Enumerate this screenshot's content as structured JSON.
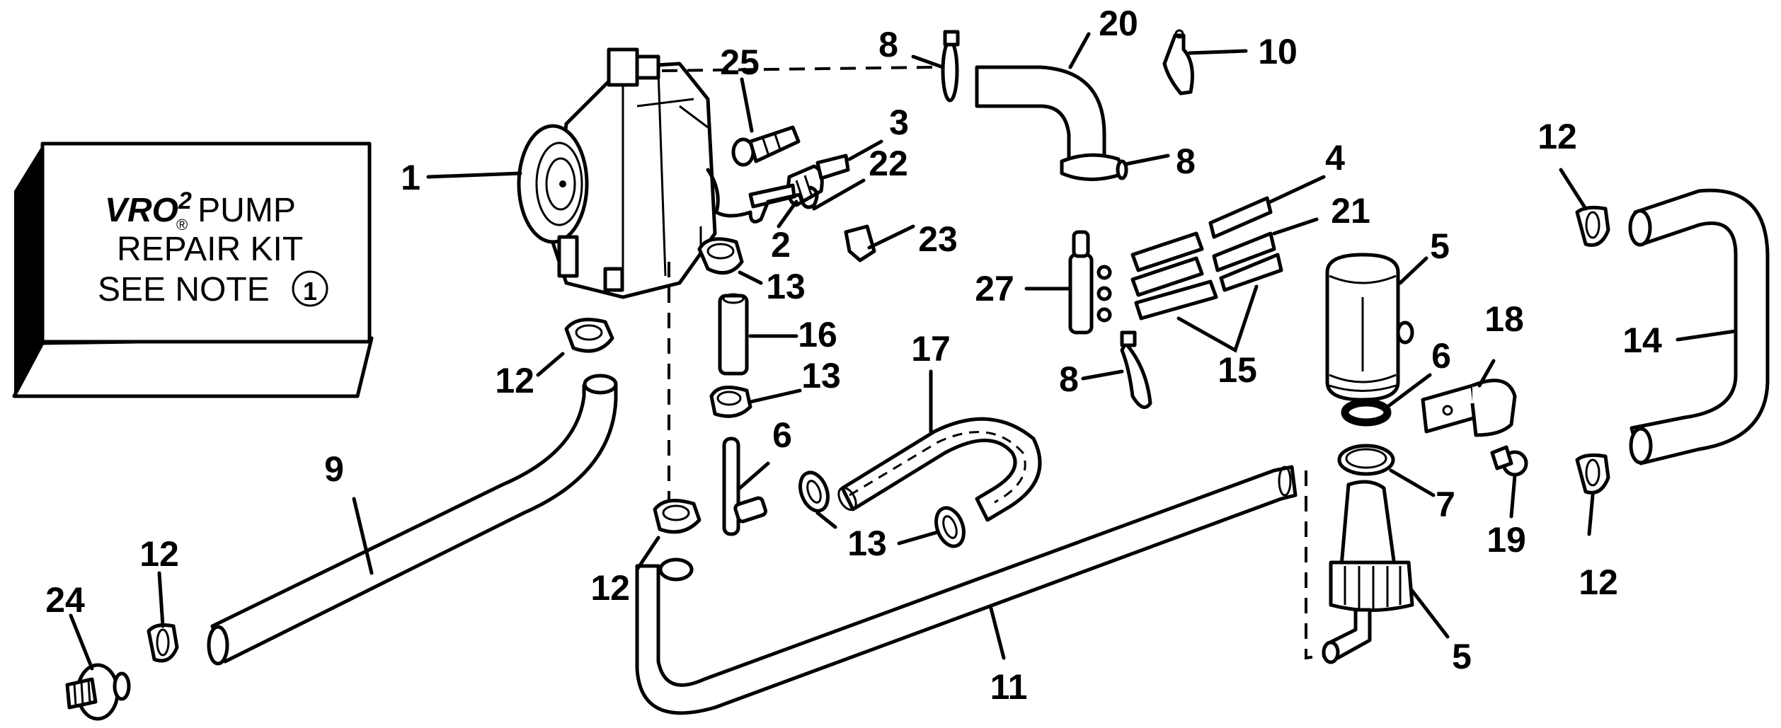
{
  "diagram": {
    "type": "exploded-parts-diagram",
    "colors": {
      "ink": "#000000",
      "background": "#ffffff"
    },
    "kit_box": {
      "line1_brand": "VRO",
      "line1_superscript": "2",
      "line1_registered": "®",
      "line1_rest": "PUMP",
      "line2": "REPAIR KIT",
      "line3": "SEE NOTE",
      "note_ref": "1"
    },
    "callouts": [
      {
        "id": "c1",
        "label": "1",
        "part": "fuel pump"
      },
      {
        "id": "c2",
        "label": "2",
        "part": "fitting"
      },
      {
        "id": "c3",
        "label": "3",
        "part": "connector"
      },
      {
        "id": "c4",
        "label": "4",
        "part": "hose"
      },
      {
        "id": "c5a",
        "label": "5",
        "part": "fuel filter canister"
      },
      {
        "id": "c5b",
        "label": "5",
        "part": "fuel filter bowl"
      },
      {
        "id": "c6a",
        "label": "6",
        "part": "seal ring"
      },
      {
        "id": "c6b",
        "label": "6",
        "part": "fitting"
      },
      {
        "id": "c7",
        "label": "7",
        "part": "gasket"
      },
      {
        "id": "c8a",
        "label": "8",
        "part": "tie strap"
      },
      {
        "id": "c8b",
        "label": "8",
        "part": "tie strap"
      },
      {
        "id": "c8c",
        "label": "8",
        "part": "tie strap"
      },
      {
        "id": "c9",
        "label": "9",
        "part": "hose"
      },
      {
        "id": "c10",
        "label": "10",
        "part": "clamp"
      },
      {
        "id": "c11",
        "label": "11",
        "part": "hose"
      },
      {
        "id": "c12a",
        "label": "12",
        "part": "clamp"
      },
      {
        "id": "c12b",
        "label": "12",
        "part": "clamp"
      },
      {
        "id": "c12c",
        "label": "12",
        "part": "clamp"
      },
      {
        "id": "c12d",
        "label": "12",
        "part": "clamp"
      },
      {
        "id": "c12e",
        "label": "12",
        "part": "clamp"
      },
      {
        "id": "c13a",
        "label": "13",
        "part": "clamp"
      },
      {
        "id": "c13b",
        "label": "13",
        "part": "clamp"
      },
      {
        "id": "c13c",
        "label": "13",
        "part": "clamp"
      },
      {
        "id": "c14",
        "label": "14",
        "part": "hose"
      },
      {
        "id": "c15",
        "label": "15",
        "part": "hose set"
      },
      {
        "id": "c16",
        "label": "16",
        "part": "hose"
      },
      {
        "id": "c17",
        "label": "17",
        "part": "hose"
      },
      {
        "id": "c18",
        "label": "18",
        "part": "bracket"
      },
      {
        "id": "c19",
        "label": "19",
        "part": "screw"
      },
      {
        "id": "c20",
        "label": "20",
        "part": "elbow hose"
      },
      {
        "id": "c21",
        "label": "21",
        "part": "hose"
      },
      {
        "id": "c22",
        "label": "22",
        "part": "clip"
      },
      {
        "id": "c23",
        "label": "23",
        "part": "clamp"
      },
      {
        "id": "c24",
        "label": "24",
        "part": "fitting"
      },
      {
        "id": "c25",
        "label": "25",
        "part": "check valve"
      },
      {
        "id": "c27",
        "label": "27",
        "part": "manifold"
      }
    ]
  }
}
